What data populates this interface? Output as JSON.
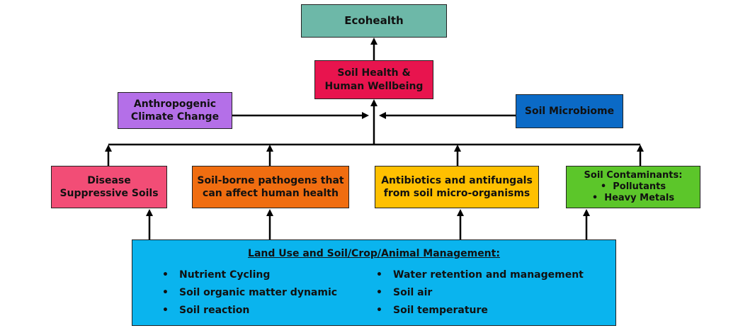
{
  "nodes": {
    "ecohealth": "Ecohealth",
    "soil_health": [
      "Soil Health &",
      "Human Wellbeing"
    ],
    "anthropogenic": [
      "Anthropogenic",
      "Climate Change"
    ],
    "microbiome": "Soil Microbiome",
    "disease": [
      "Disease",
      "Suppressive Soils"
    ],
    "pathogens": [
      "Soil-borne pathogens that",
      "can affect human health"
    ],
    "antibiotics": [
      "Antibiotics and antifungals",
      "from soil micro-organisms"
    ],
    "contaminants": {
      "title": "Soil Contaminants:",
      "items": [
        "Pollutants",
        "Heavy Metals"
      ]
    }
  },
  "land_use": {
    "title": "Land Use and Soil/Crop/Animal Management:",
    "left_items": [
      "Nutrient Cycling",
      "Soil organic matter dynamic",
      "Soil reaction"
    ],
    "right_items": [
      "Water retention and management",
      "Soil air",
      "Soil temperature"
    ]
  },
  "colors": {
    "ecohealth": "#6db8a8",
    "soil_health": "#e8144e",
    "anthropogenic": "#b46fe8",
    "microbiome": "#0b6ac6",
    "disease": "#f24d76",
    "pathogens": "#f06d10",
    "antibiotics": "#ffc000",
    "contaminants": "#5cc62a",
    "land_use": "#0ab4ee",
    "arrows": "#000000"
  }
}
